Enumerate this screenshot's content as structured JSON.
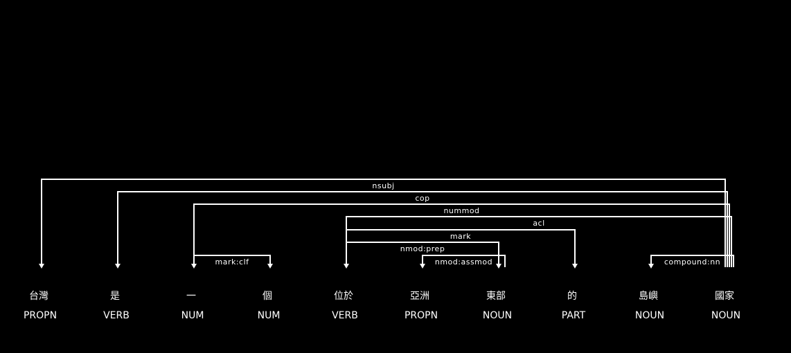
{
  "tokens": [
    {
      "text": "台灣",
      "tag": "PROPN"
    },
    {
      "text": "是",
      "tag": "VERB"
    },
    {
      "text": "一",
      "tag": "NUM"
    },
    {
      "text": "個",
      "tag": "NUM"
    },
    {
      "text": "位於",
      "tag": "VERB"
    },
    {
      "text": "亞洲",
      "tag": "PROPN"
    },
    {
      "text": "東部",
      "tag": "NOUN"
    },
    {
      "text": "的",
      "tag": "PART"
    },
    {
      "text": "島嶼",
      "tag": "NOUN"
    },
    {
      "text": "國家",
      "tag": "NOUN"
    }
  ],
  "arcs": [
    {
      "label": "nsubj",
      "head": 9,
      "dep": 0
    },
    {
      "label": "cop",
      "head": 9,
      "dep": 1
    },
    {
      "label": "nummod",
      "head": 9,
      "dep": 2
    },
    {
      "label": "acl",
      "head": 9,
      "dep": 4
    },
    {
      "label": "mark",
      "head": 4,
      "dep": 7
    },
    {
      "label": "nmod:prep",
      "head": 4,
      "dep": 6
    },
    {
      "label": "nmod:assmod",
      "head": 6,
      "dep": 5
    },
    {
      "label": "mark:clf",
      "head": 2,
      "dep": 3
    },
    {
      "label": "compound:nn",
      "head": 9,
      "dep": 8
    }
  ],
  "colors": {
    "background": "#000000",
    "foreground": "#ffffff"
  }
}
